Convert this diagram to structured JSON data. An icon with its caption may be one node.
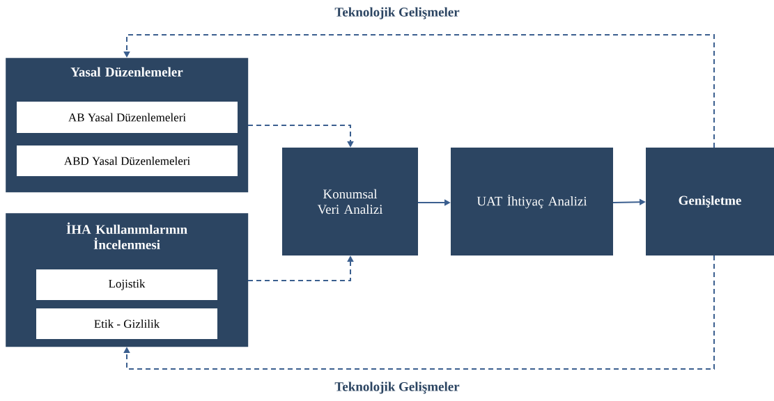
{
  "diagram": {
    "nodes": [
      {
        "text": [
          "Yasal Düzenlemeler"
        ]
      },
      {
        "text": [
          "AB Yasal Düzenlemeleri"
        ],
        "in": 0
      },
      {
        "text": [
          "ABD Yasal Düzenlemeleri"
        ],
        "in": 0
      },
      {
        "text": [
          "İHA Kullanımlarının İncelenmesi"
        ]
      },
      {
        "text": [
          "Lojistik"
        ],
        "in": 3
      },
      {
        "text": [
          "Etik - Gizlilik"
        ],
        "in": 3
      },
      {
        "text": [
          "Konumsal Veri Analizi"
        ]
      },
      {
        "text": [
          "UAT İhtiyaç Analizi"
        ]
      },
      {
        "text": [
          "Genişletme"
        ]
      }
    ],
    "edges": [
      {
        "from": 0,
        "to": 6,
        "arrow": "to",
        "style": "dashed"
      },
      {
        "from": 3,
        "to": 6,
        "arrow": "to",
        "style": "dashed"
      },
      {
        "from": 6,
        "to": 7,
        "arrow": "to"
      },
      {
        "from": 7,
        "to": 8,
        "arrow": "to"
      },
      {
        "from": 8,
        "to": 0,
        "arrow": "to",
        "style": "dashed",
        "label": "Teknolojik Gelişmeler"
      },
      {
        "from": 8,
        "to": 3,
        "arrow": "to",
        "style": "dashed",
        "label": "Teknolojik Gelişmeler"
      }
    ]
  }
}
